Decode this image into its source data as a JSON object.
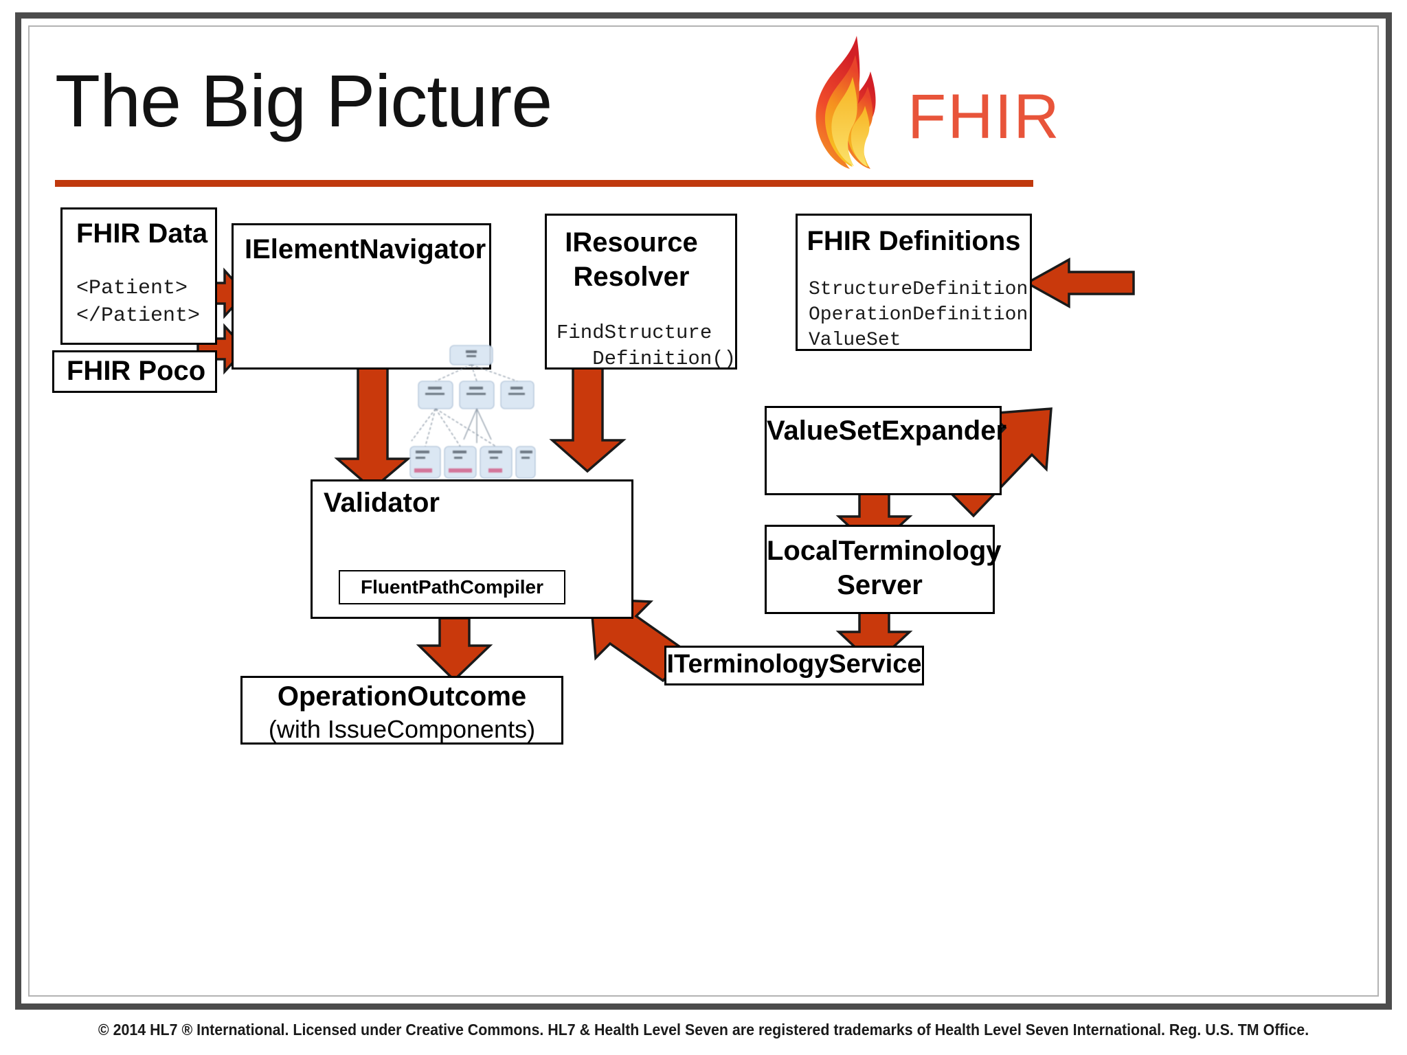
{
  "slide": {
    "title": "The Big Picture",
    "accent_color": "#c0390d",
    "arrow_color": "#c9390c",
    "frame_color": "#4c4c4c",
    "logo": {
      "text": "FHIR",
      "flame_icon": "flame-icon",
      "text_color": "#e8543a"
    },
    "footer": "© 2014 HL7 ® International. Licensed under Creative Commons. HL7 & Health Level Seven are registered trademarks of Health Level Seven International. Reg. U.S. TM Office."
  },
  "boxes": {
    "fhir_data": {
      "title": "FHIR Data",
      "code": "<Patient>\n</Patient>"
    },
    "fhir_poco": {
      "title": "FHIR Poco"
    },
    "element_navigator": {
      "title": "IElementNavigator",
      "thumbnail": "element-tree-diagram"
    },
    "resource_resolver": {
      "title_line1": "IResource",
      "title_line2": "Resolver",
      "code": "FindStructure\n   Definition()"
    },
    "fhir_definitions": {
      "title": "FHIR Definitions",
      "code": "StructureDefinition\nOperationDefinition\nValueSet"
    },
    "valueset_expander": {
      "title": "ValueSetExpander"
    },
    "local_terminology": {
      "title_line1": "LocalTerminology",
      "title_line2": "Server"
    },
    "terminology_service": {
      "title": "ITerminologyService"
    },
    "validator": {
      "title": "Validator",
      "nested": "FluentPathCompiler"
    },
    "operation_outcome": {
      "title": "OperationOutcome",
      "subtitle": "(with IssueComponents)"
    }
  },
  "arrows": [
    {
      "name": "arrow-fhirdata-to-navigator",
      "direction": "right"
    },
    {
      "name": "arrow-fhirpoco-to-navigator",
      "direction": "right"
    },
    {
      "name": "arrow-definitions-to-resolver",
      "direction": "left"
    },
    {
      "name": "arrow-navigator-to-validator",
      "direction": "down"
    },
    {
      "name": "arrow-resolver-to-validator",
      "direction": "down"
    },
    {
      "name": "arrow-resolver-to-valuesetexpander",
      "direction": "down-right"
    },
    {
      "name": "arrow-expander-to-localterminology",
      "direction": "down"
    },
    {
      "name": "arrow-localterminology-to-iterm",
      "direction": "down"
    },
    {
      "name": "arrow-iterm-to-validator",
      "direction": "up-left"
    },
    {
      "name": "arrow-validator-to-outcome",
      "direction": "down"
    }
  ]
}
